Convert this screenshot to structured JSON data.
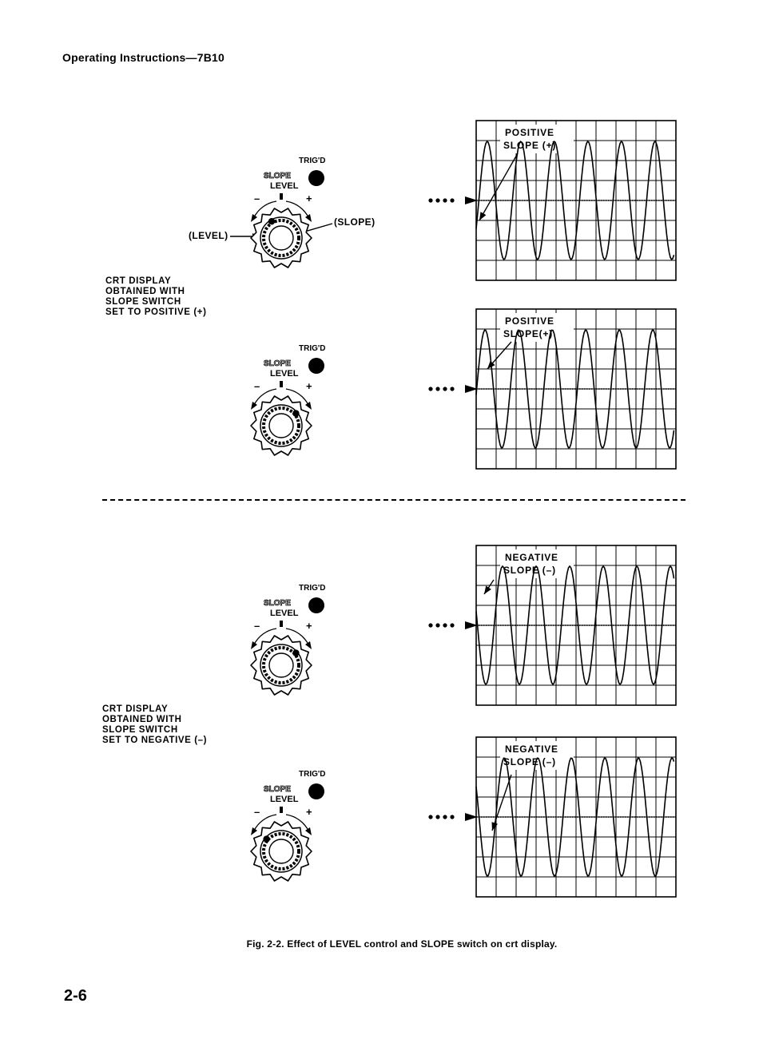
{
  "page": {
    "header": "Operating Instructions—7B10",
    "page_number": "2-6",
    "figure_caption": "Fig. 2-2. Effect of LEVEL control and SLOPE switch on crt display."
  },
  "panels": {
    "trigd_label": "TRIG'D",
    "slope_label": "SLOPE",
    "level_label": "LEVEL",
    "minus_sign": "–",
    "plus_sign": "+",
    "level_callout": "(LEVEL)",
    "slope_callout": "(SLOPE)"
  },
  "captions": {
    "positive": [
      "CRT DISPLAY",
      "OBTAINED WITH",
      "SLOPE SWITCH",
      "SET TO POSITIVE (+)"
    ],
    "negative": [
      "CRT DISPLAY",
      "OBTAINED WITH",
      "SLOPE SWITCH",
      "SET TO NEGATIVE (–)"
    ]
  },
  "scopes": [
    {
      "line1": "POSITIVE",
      "line2": "SLOPE (+)"
    },
    {
      "line1": "POSITIVE",
      "line2": "SLOPE(+)"
    },
    {
      "line1": "NEGATIVE",
      "line2": "SLOPE (–)"
    },
    {
      "line1": "NEGATIVE",
      "line2": "SLOPE (–)"
    }
  ]
}
